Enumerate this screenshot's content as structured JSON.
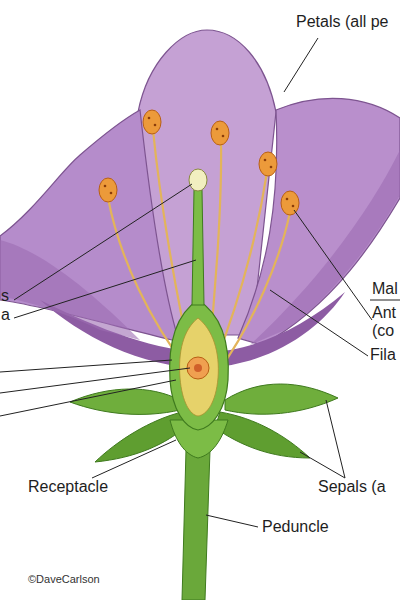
{
  "diagram": {
    "labels": [
      "Petals (all pe",
      "s",
      "Mal",
      "a",
      "Ant",
      "(co",
      "Fila",
      "Receptacle",
      "Sepals (a",
      "Peduncle",
      "©DaveCarlson"
    ]
  }
}
